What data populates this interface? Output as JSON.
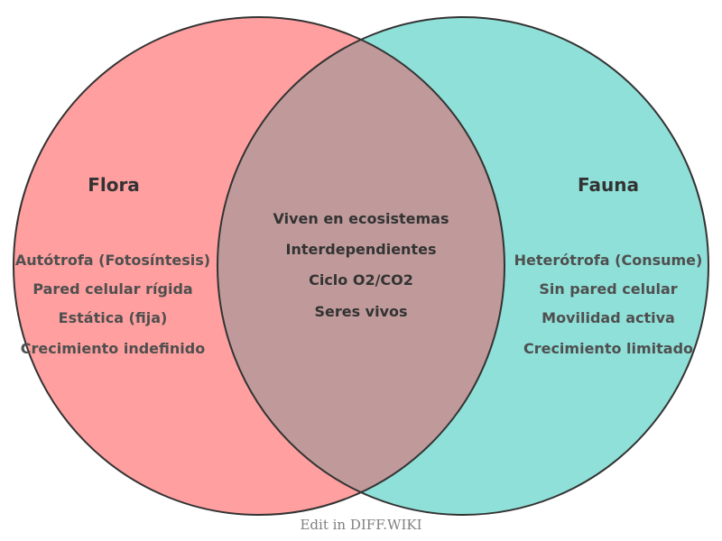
{
  "venn": {
    "left": {
      "title": "Flora",
      "items": [
        "Autótrofa (Fotosíntesis)",
        "Pared celular rígida",
        "Estática (fija)",
        "Crecimiento indefinido"
      ]
    },
    "right": {
      "title": "Fauna",
      "items": [
        "Heterótrofa (Consume)",
        "Sin pared celular",
        "Movilidad activa",
        "Crecimiento limitado"
      ]
    },
    "overlap": {
      "items": [
        "Viven en ecosistemas",
        "Interdependientes",
        "Ciclo O2/CO2",
        "Seres vivos"
      ]
    },
    "watermark": "Edit in DIFF.WIKI",
    "colors": {
      "left_fill": "#FF9F9F",
      "right_fill": "#8FE0D8",
      "overlap_fill": "#C09A9B",
      "outline": "#333333",
      "title_text": "#333333",
      "item_text": "#4F4F4F",
      "overlap_text": "#333333",
      "watermark_text": "#808080"
    }
  }
}
